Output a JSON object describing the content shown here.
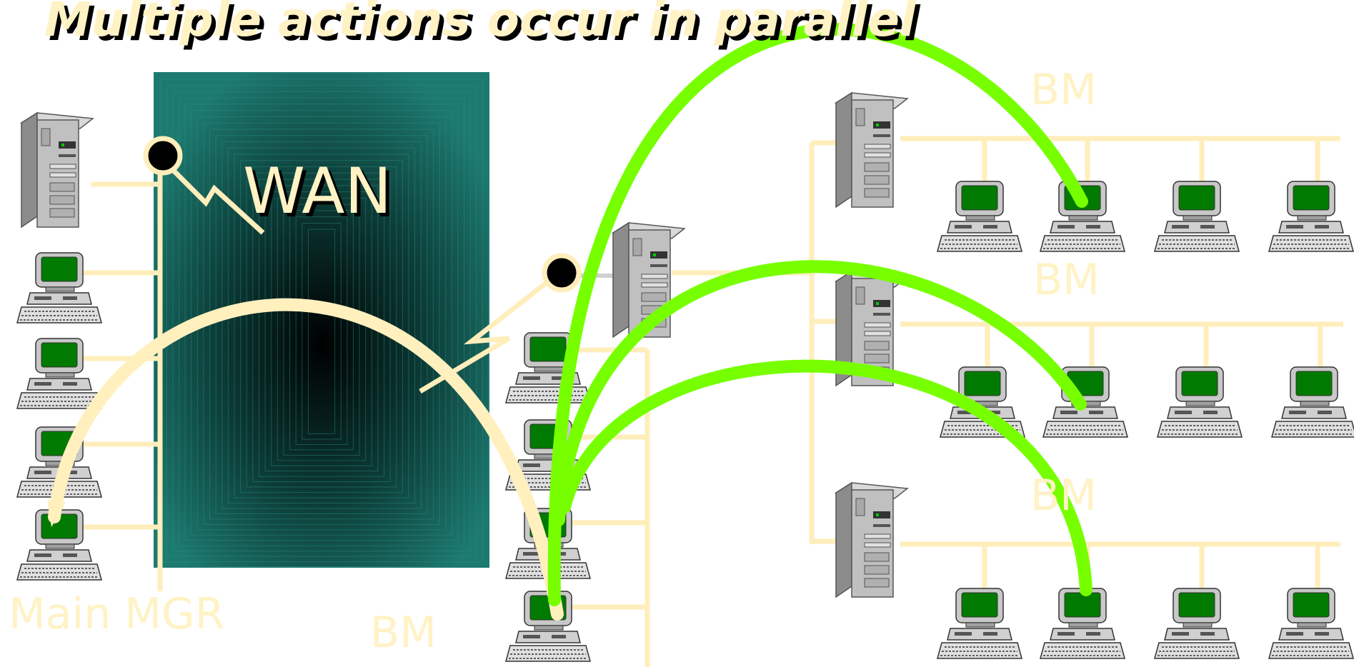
{
  "slide": {
    "title": "Multiple actions occur in parallel"
  },
  "labels": {
    "wan": "WAN",
    "main_mgr": "Main MGR",
    "bm_bottom": "BM",
    "bm_top": "BM",
    "bm_middle": "BM",
    "bm_lower": "BM"
  },
  "colors": {
    "title_fill": "#FFF2C4",
    "title_shadow": "#000000",
    "network_line": "#FFEEBB",
    "arc_main": "#FFF0BE",
    "arc_parallel": "#77FF00",
    "wan_panel": "#1D7A70",
    "screen": "#007A00"
  },
  "icons": {
    "server": "server-tower-icon",
    "workstation": "desktop-computer-icon",
    "link": "lightning-link-icon",
    "node": "network-node-icon"
  }
}
